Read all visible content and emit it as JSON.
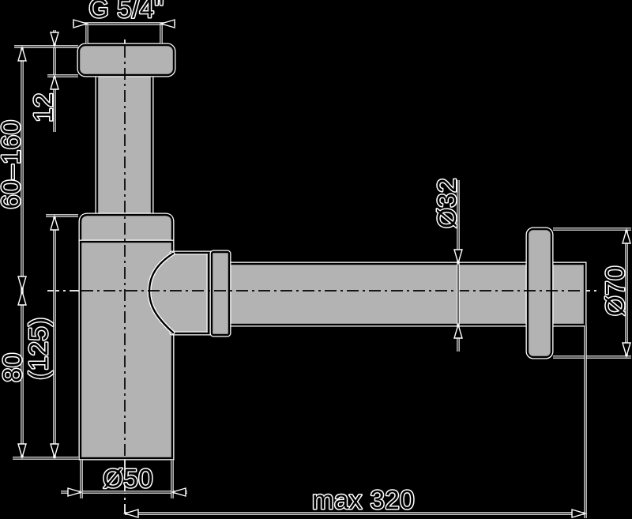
{
  "drawing": {
    "kind": "technical-dimension-drawing",
    "subject": "bottle-trap-siphon-side-view"
  },
  "colors": {
    "bg": "#000000",
    "part-fill": "#b3b3b3",
    "ink": "#000000",
    "halo": "#ffffff"
  },
  "labels": {
    "thread": "G 5/4\"",
    "flange_height": "12",
    "inlet_adjust_height": "60–160",
    "body_height_ref": "(125)",
    "outlet_axis_height": "80",
    "cup_diameter": "Ø50",
    "pipe_diameter": "Ø32",
    "rosette_diameter": "Ø70",
    "max_reach": "max 320"
  }
}
